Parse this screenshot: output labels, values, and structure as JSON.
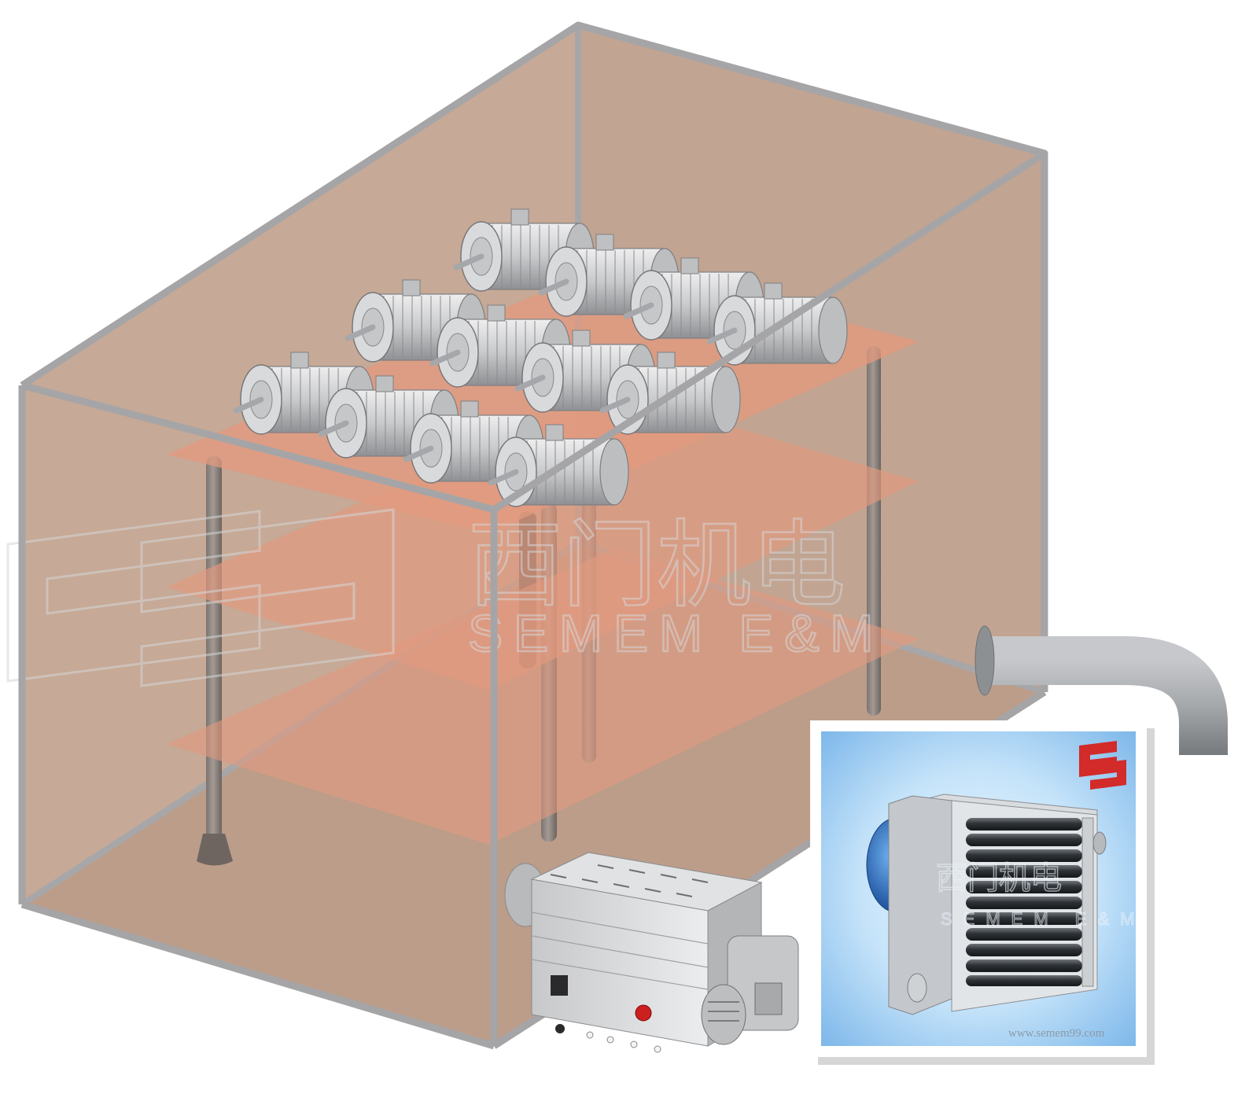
{
  "watermark": {
    "brand_cn": "西门机电",
    "brand_en": "SEMEM E&M"
  },
  "inset": {
    "watermark_cn": "西门机电",
    "watermark_en": "SEMEM E&M",
    "url": "www.semem99.com"
  },
  "colors": {
    "chamber_fill": "#c4a794",
    "chamber_frame": "#a4a4a6",
    "tray": "#e4957a",
    "motor": "#cfd0d2",
    "heater_body": "#d9dadc",
    "duct": "#a3a6a9",
    "inset_sky": "#8fc3ee",
    "logo_red": "#d32a2a",
    "fan_blue": "#2f73c9",
    "button_red": "#cc1f1f"
  },
  "icons": {
    "inset_logo": "semem-s-logo-icon",
    "watermark_logo": "semem-s-logo-outline-icon"
  }
}
